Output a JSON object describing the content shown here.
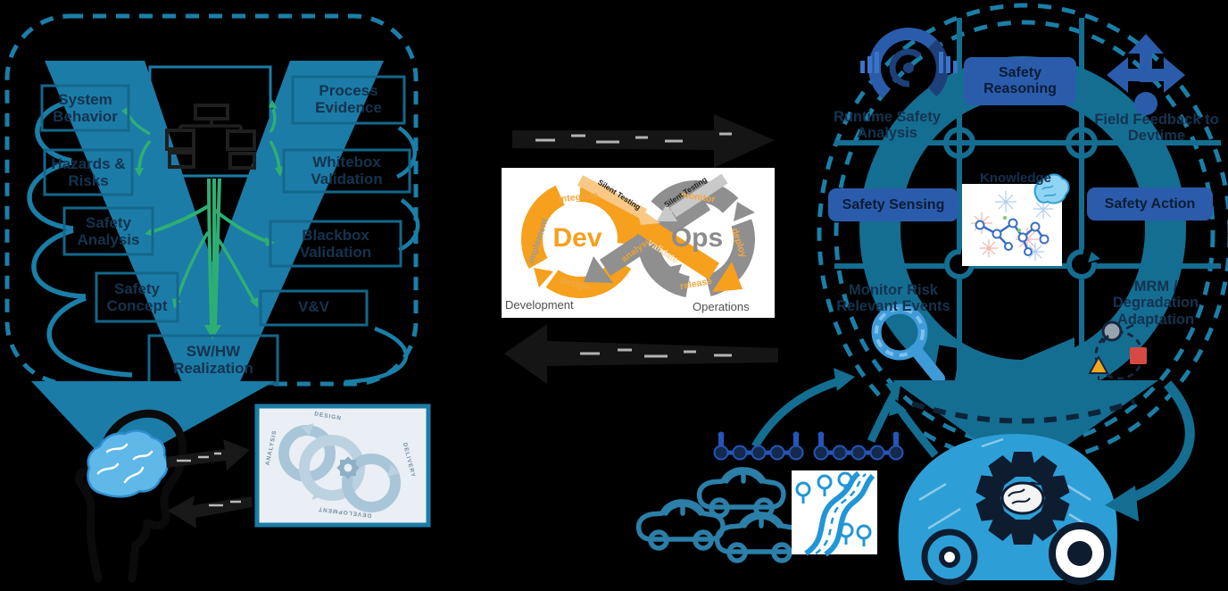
{
  "left_panel": {
    "v_boxes_left": [
      "System Behavior",
      "Hazards & Risks",
      "Safety Analysis",
      "Safety Concept"
    ],
    "v_box_bottom": "SW/HW Realization",
    "v_boxes_right": [
      "Process Evidence",
      "Whitebox Validation",
      "Blackbox Validation",
      "V&V"
    ],
    "agile_frame_labels": {
      "top": "DESIGN",
      "right": "DELIVERY",
      "bottom": "DEVELOPMENT",
      "left": "ANALYSIS"
    }
  },
  "devops": {
    "dev_label": "Dev",
    "ops_label": "Ops",
    "dev_steps": [
      "integrate",
      "implement",
      "design"
    ],
    "ops_steps": [
      "monitor",
      "deploy",
      "release"
    ],
    "cross_left": "analyse",
    "cross_right": "validate",
    "silent_testing_left": "Silent Testing",
    "silent_testing_right": "Silent Testing",
    "footer_left": "Development",
    "footer_right": "Operations"
  },
  "right_panel": {
    "analysis": "Runtime Safety Analysis",
    "reasoning": "Safety Reasoning",
    "feedback": "Field Feedback to Devtime",
    "sensing": "Safety Sensing",
    "knowledge": "Knowledge",
    "action": "Safety Action",
    "monitor": "Monitor Risk Relevant Events",
    "mrm": "MRM / Degradation Adaptation"
  },
  "icons": {
    "analysis-cycle-icon": "circular-arrows-eye",
    "field-feedback-icon": "three-way-arrows-with-dot",
    "magnifier-icon": "magnifying-glass",
    "mrm-icon": "degradation-cycle-warning-shapes",
    "brain-icon": "brain",
    "sync-icon": "circled-crosshair",
    "cycle-icon": "refresh-arrows"
  },
  "colors": {
    "teal": "#1a7fa8",
    "teal_dark": "#146e92",
    "v_fill": "#1b7ca7",
    "navy_text": "#14334f",
    "button_blue": "#2b5cab",
    "icon_blue": "#2b66b5",
    "sketch_blue": "#2d9fd6",
    "light_blue": "#3f9bd8",
    "green": "#2fae74",
    "orange": "#f6a01e",
    "gray": "#8c8c8c",
    "black": "#111111",
    "red": "#d64a41",
    "yellow": "#f2a71f"
  }
}
